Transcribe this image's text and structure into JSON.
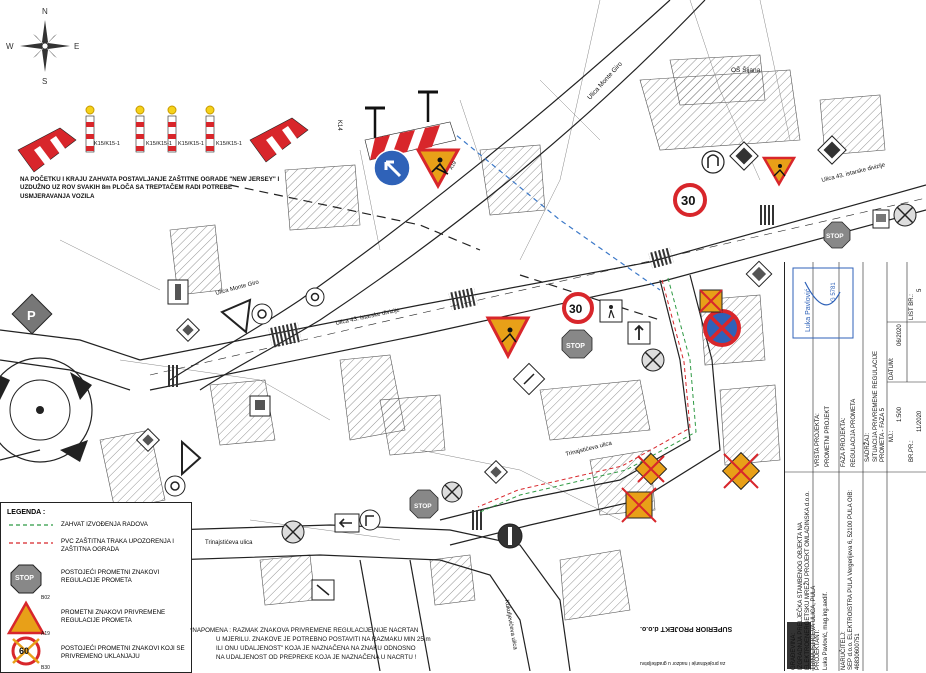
{
  "compass": {
    "n": "N",
    "s": "S",
    "e": "E",
    "w": "W"
  },
  "streets": {
    "monte_giro_top": "Ulica Monte Giro",
    "monte_giro_left": "Ulica Monte Giro",
    "istarske_divizije_mid": "Ulica 43. istarske divizije",
    "istarske_divizije_right": "Ulica 43. istarske divizije",
    "trinajstici_right": "Trinajstićeva ulica",
    "trinajstici_left": "Trinajstićeva ulica",
    "kukuljeviceva": "Kukuljevićeva ulica"
  },
  "places": {
    "school": "OŠ Šijana"
  },
  "barrier_labels": [
    "K15/K15-1",
    "K15/K15-1",
    "K15/K15-1",
    "K15/K15-1"
  ],
  "sign_codes": {
    "k14": "K14",
    "a19": "A19",
    "b02": "B02",
    "b30": "B30"
  },
  "sign_numbers": {
    "n30": "30",
    "stop": "STOP",
    "p": "P"
  },
  "top_note": "NA POČETKU I KRAJU ZAHVATA POSTAVLJANJE ZAŠTITNE OGRADE \"NEW JERSEY\" I UZDUŽNO UZ ROV SVAKIH 8m PLOČA SA TREPTAČEM RADI POTREBE USMJERAVANJA VOZILA",
  "legend": {
    "title": "LEGENDA :",
    "zahvat": "ZAHVAT IZVOĐENJA RADOVA",
    "pvc": "PVC ZAŠTITNA TRAKA UPOZORENJA I ZAŠTITNA OGRADA",
    "postojeci": "POSTOJEĆI PROMETNI ZNAKOVI REGULACIJE PROMETA",
    "privremeni": "PROMETNI ZNAKOVI PRIVREMENE REGULACIJE PROMETA",
    "uklanjaju": "POSTOJEĆI PROMETNI ZNAKOVI KOJI SE PRIVREMENO UKLANJAJU",
    "stop_text": "STOP",
    "code_b02": "B02",
    "code_a19": "A19",
    "code_b30": "B30",
    "sixty": "60"
  },
  "napomena": [
    "*NAPOMENA :  RAZMAK ZNAKOVA PRIVREMENE REGULACIJE NIJE NACRTAN",
    "U MJERILU. ZNAKOVE JE POTREBNO POSTAVITI NA RAZMAKU MIN 25 m",
    "ILI ONU UDALJENOST\" KOJA JE NAZNAČENA NA ZNAKU ODNOSNO",
    "NA UDALJENOST OD PREPREKE KOJA JE NAZNAČENA U NACRTU !"
  ],
  "titleblock": {
    "gradevina_label": "GRAĐEVINA:",
    "gradevina": "IZGRADNJA PRELJEČKA STAMBENOG OBJEKTA NA ELEKTROENERGETSKU MREŽU PROJEKT OMLADINSKA d.o.o. TRINAJSTIĆEVA ULICA, PULA",
    "projektant_label": "PROJEKTANT:",
    "projektant": "Luka Pavlović, mag.ing.aedif.",
    "stamp_name": "Luka Pavlović",
    "stamp_num": "G 5781",
    "narucitelj_label": "NARUČITELJ:",
    "narucitelj": "SEP d.o.o. ELEKTROISTRA PULA Vergerijeva 6, 52100 PULA OIB: 46830600751",
    "vrsta_label": "VRSTA PROJEKTA:",
    "vrsta": "PROMETNI PROJEKT",
    "faza_label": "FAZA PROJEKTA:",
    "faza": "REGULACIJA PROMETA",
    "sadrzaj_label": "SADRŽAJ:",
    "sadrzaj": "SITUACIJA PRIVREMENE REGULACIJE PROMETA - FAZA 5",
    "datum_label": "DATUM:",
    "datum": "06/2020",
    "list_label": "LIST BR.:",
    "list": "5",
    "mj_label": "MJ.:",
    "mj": "1:500",
    "br_label": "BR.PR.:",
    "br": "11/2020",
    "company": "SUPERIOR PROJEKT d.o.o.",
    "company_sub": "za projektiranje i nadzor u graditeljstvu"
  },
  "colors": {
    "warning": "#e8a018",
    "red": "#d8262b",
    "blue": "#2f62b8",
    "zahvat_line": "#2f9a44",
    "pvc_line": "#d8262b",
    "route_dash": "#3b78c8"
  }
}
